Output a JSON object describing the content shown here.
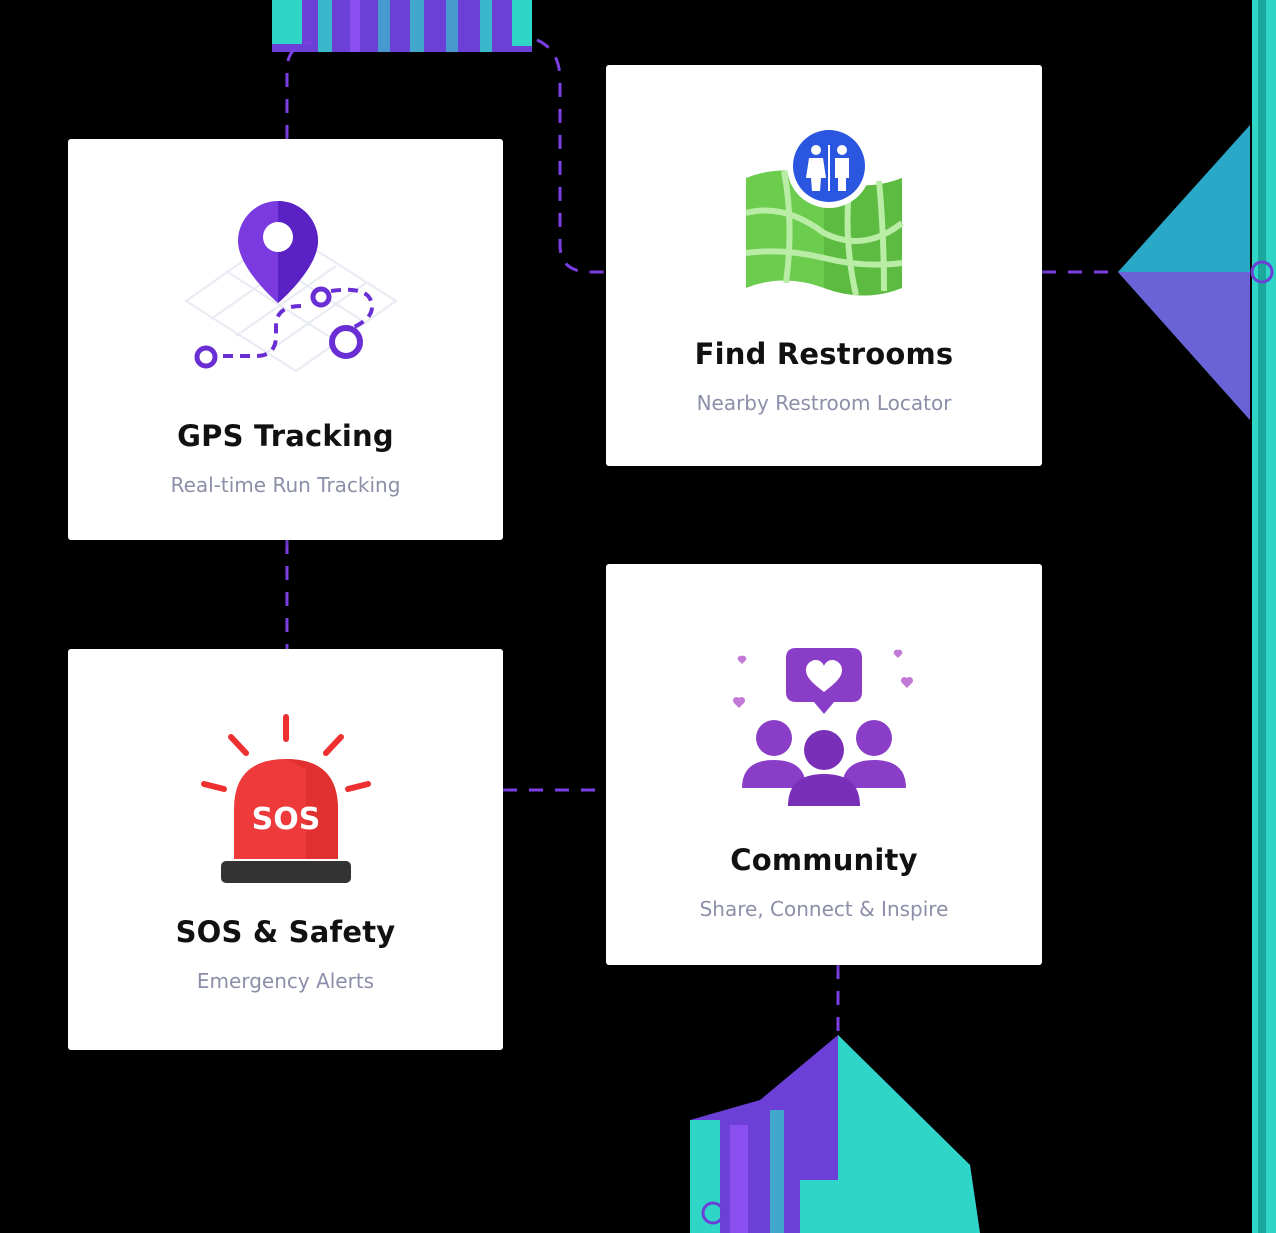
{
  "colors": {
    "background": "#000000",
    "card": "#ffffff",
    "connector": "#7b3fe4",
    "title": "#111111",
    "subtitle": "#8c8fa8",
    "accent_teal": "#2fd6c8",
    "accent_purple": "#6c3fd6"
  },
  "cards": {
    "gps": {
      "title": "GPS Tracking",
      "subtitle": "Real-time Run Tracking",
      "icon": "map-pin-route-icon"
    },
    "restrooms": {
      "title": "Find Restrooms",
      "subtitle": "Nearby Restroom Locator",
      "icon": "restroom-map-icon"
    },
    "sos": {
      "title": "SOS & Safety",
      "subtitle": "Emergency Alerts",
      "icon": "sos-siren-icon",
      "icon_text": "SOS"
    },
    "community": {
      "title": "Community",
      "subtitle": "Share, Connect & Inspire",
      "icon": "community-heart-icon"
    }
  }
}
